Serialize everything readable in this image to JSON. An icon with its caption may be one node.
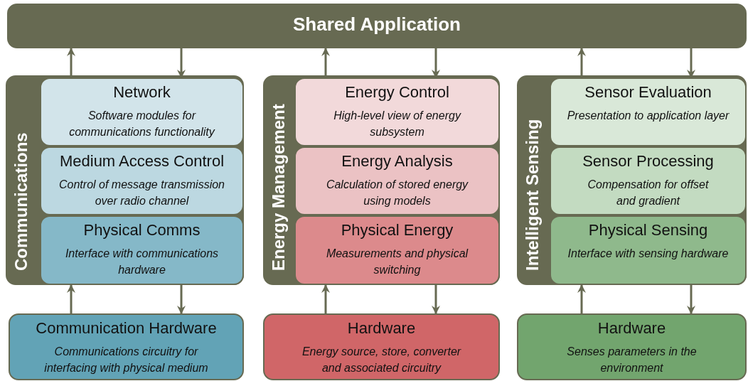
{
  "diagram": {
    "nodes": [
      {
        "text": [
          "Shared Application"
        ]
      },
      {
        "text": [
          "Communications"
        ]
      },
      {
        "text": [
          "Network",
          "Software modules for communications functionality"
        ],
        "in": 1
      },
      {
        "text": [
          "Medium Access Control",
          "Control of message transmission over radio channel"
        ],
        "in": 1
      },
      {
        "text": [
          "Physical Comms",
          "Interface with communications hardware"
        ],
        "in": 1
      },
      {
        "text": [
          "Energy Management"
        ]
      },
      {
        "text": [
          "Energy Control",
          "High-level view of energy subsystem"
        ],
        "in": 5
      },
      {
        "text": [
          "Energy Analysis",
          "Calculation of stored energy using models"
        ],
        "in": 5
      },
      {
        "text": [
          "Physical Energy",
          "Measurements and physical switching"
        ],
        "in": 5
      },
      {
        "text": [
          "Intelligent Sensing"
        ]
      },
      {
        "text": [
          "Sensor Evaluation",
          "Presentation to application layer"
        ],
        "in": 9
      },
      {
        "text": [
          "Sensor Processing",
          "Compensation for offset and gradient"
        ],
        "in": 9
      },
      {
        "text": [
          "Physical Sensing",
          "Interface with sensing hardware"
        ],
        "in": 9
      },
      {
        "text": [
          "Communication Hardware",
          "Communications circuitry for interfacing with physical medium"
        ]
      },
      {
        "text": [
          "Hardware",
          "Energy source, store, converter and associated circuitry"
        ]
      },
      {
        "text": [
          "Hardware",
          "Senses parameters in the environment"
        ]
      }
    ],
    "edges": [
      {
        "from": 2,
        "to": 0,
        "arrow": "to"
      },
      {
        "from": 0,
        "to": 2,
        "arrow": "to"
      },
      {
        "from": 6,
        "to": 0,
        "arrow": "to"
      },
      {
        "from": 0,
        "to": 6,
        "arrow": "to"
      },
      {
        "from": 10,
        "to": 0,
        "arrow": "to"
      },
      {
        "from": 0,
        "to": 10,
        "arrow": "to"
      },
      {
        "from": 13,
        "to": 4,
        "arrow": "to"
      },
      {
        "from": 4,
        "to": 13,
        "arrow": "to"
      },
      {
        "from": 14,
        "to": 8,
        "arrow": "to"
      },
      {
        "from": 8,
        "to": 14,
        "arrow": "to"
      },
      {
        "from": 15,
        "to": 12,
        "arrow": "to"
      },
      {
        "from": 12,
        "to": 15,
        "arrow": "to"
      }
    ]
  }
}
